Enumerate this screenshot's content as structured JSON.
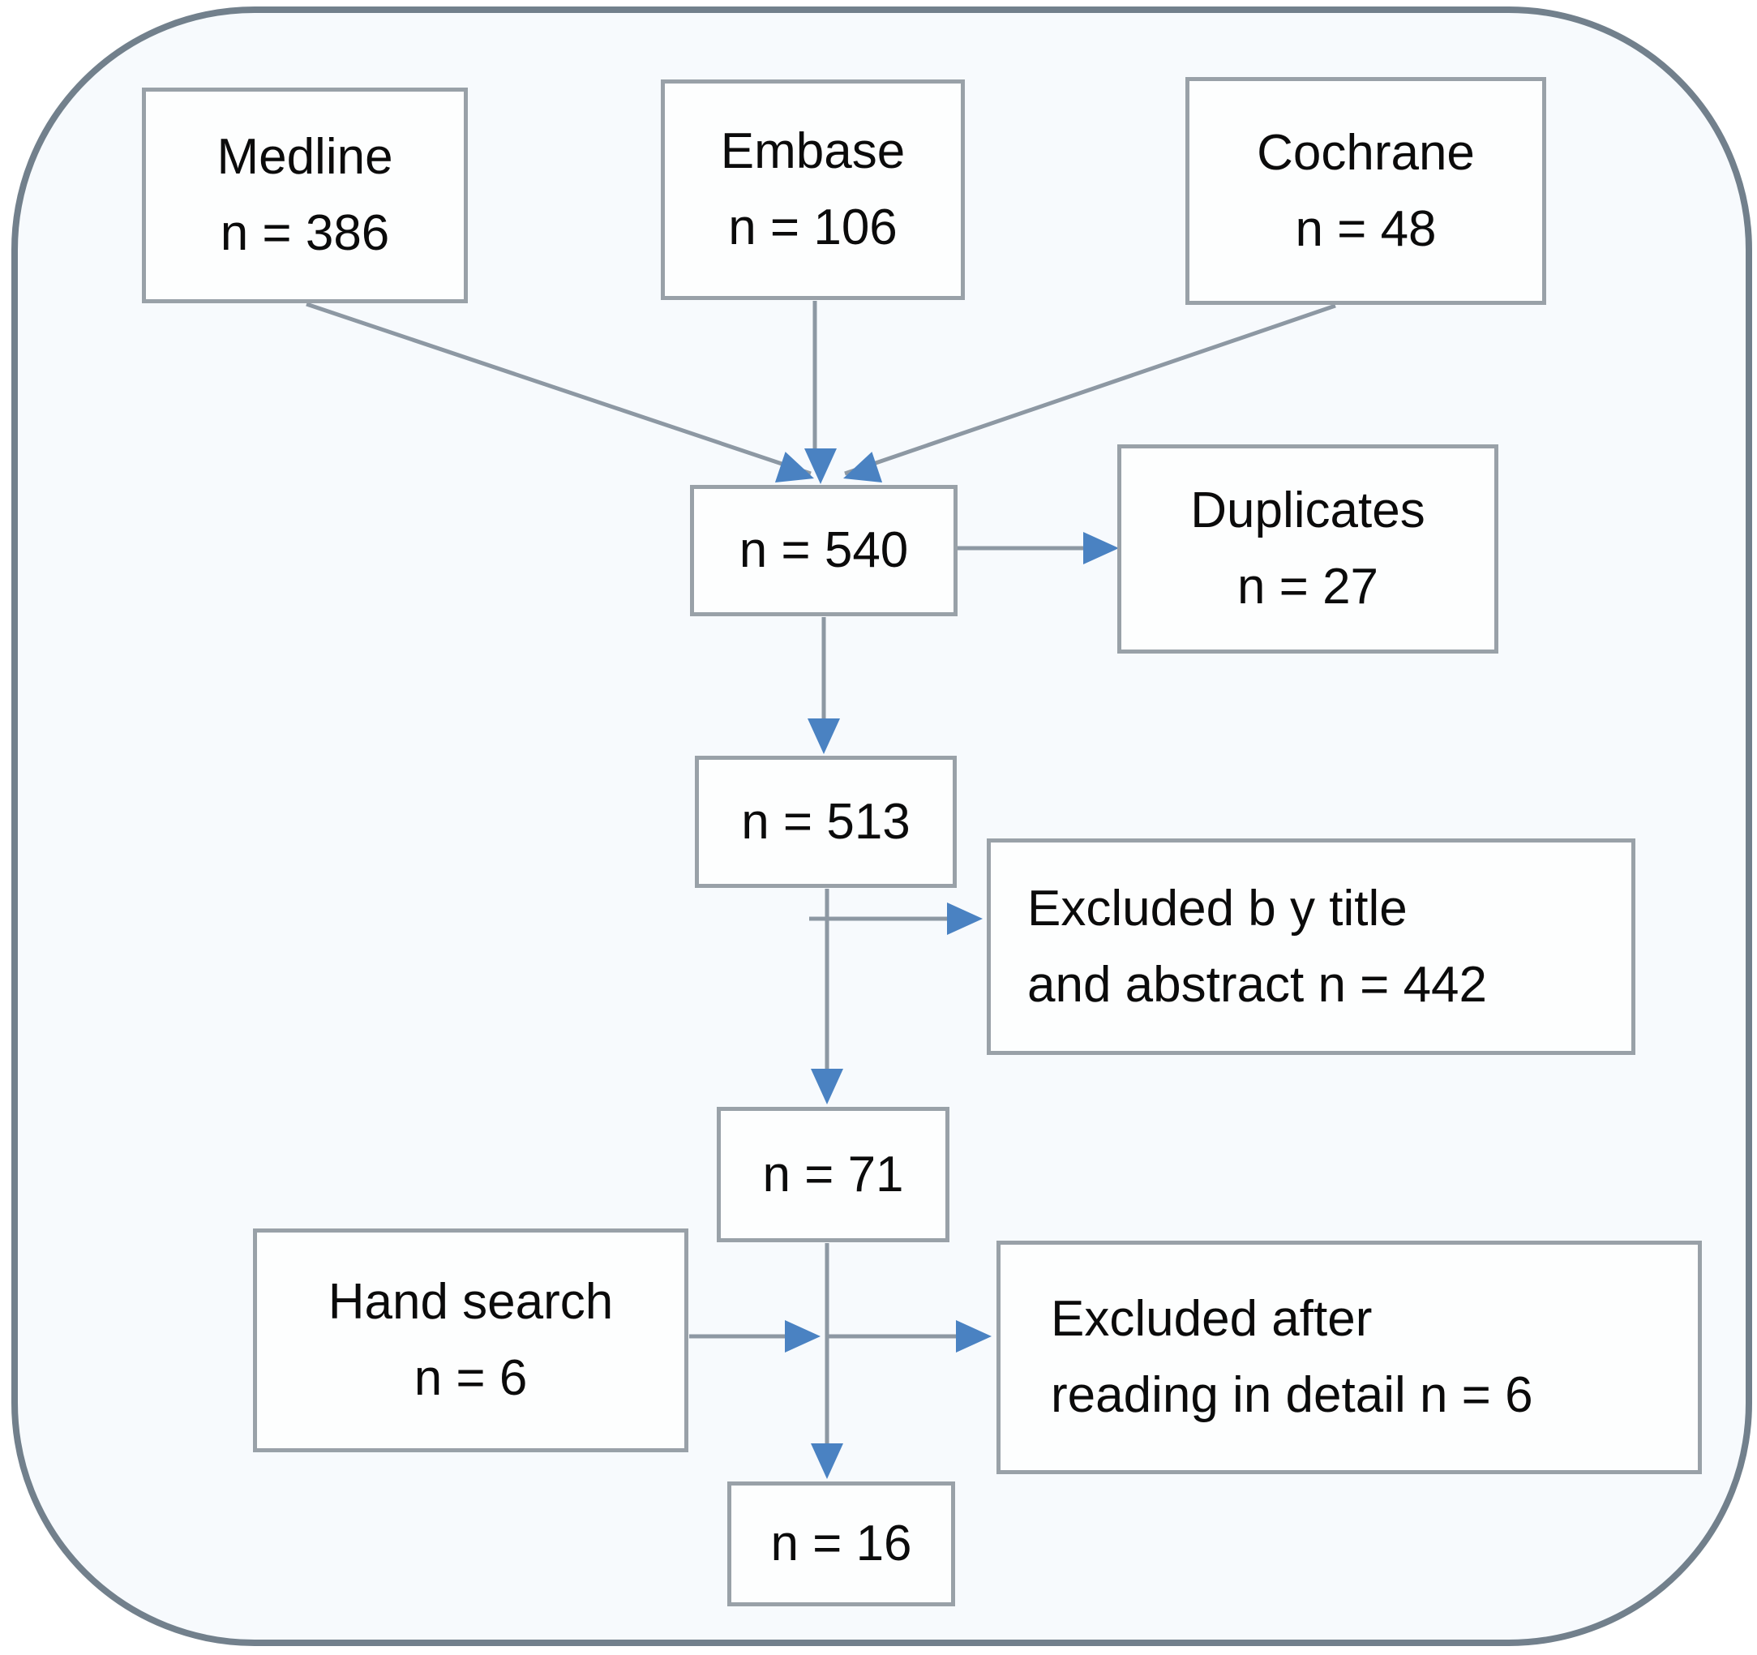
{
  "diagram": {
    "type": "literature-search-flowchart",
    "nodes": {
      "medline": {
        "lines": [
          "Medline",
          "n = 386"
        ]
      },
      "embase": {
        "lines": [
          "Embase",
          "n = 106"
        ]
      },
      "cochrane": {
        "lines": [
          "Cochrane",
          "n = 48"
        ]
      },
      "pooled": {
        "lines": [
          "n = 540"
        ]
      },
      "duplicates": {
        "lines": [
          "Duplicates",
          "n = 27"
        ]
      },
      "deduplicated": {
        "lines": [
          "n = 513"
        ]
      },
      "excluded_title": {
        "lines": [
          "Excluded b y title",
          "and abstract n = 442"
        ]
      },
      "screened": {
        "lines": [
          "n = 71"
        ]
      },
      "hand_search": {
        "lines": [
          "Hand search",
          "n = 6"
        ]
      },
      "excluded_detail": {
        "lines": [
          "Excluded after",
          "reading in detail n = 6"
        ]
      },
      "included": {
        "lines": [
          "n = 16"
        ]
      }
    },
    "colors": {
      "frame_border": "#72808c",
      "canvas_background": "#f7fafd",
      "box_border": "#99a1a8",
      "box_fill": "#fdfefe",
      "text": "#0b0b0b",
      "connector_line": "#8d98a3",
      "arrowhead": "#4a82c2"
    }
  }
}
